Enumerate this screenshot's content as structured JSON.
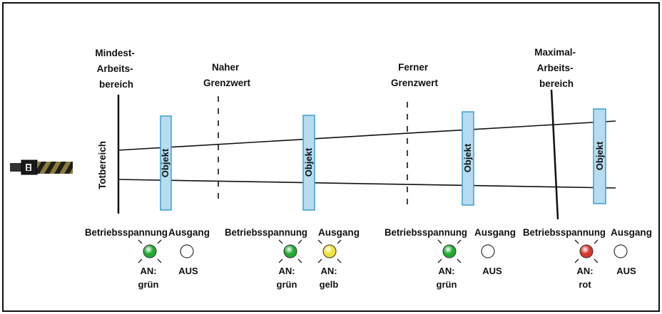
{
  "diagram": {
    "dead_zone_label": "Totbereich",
    "zones": {
      "min": [
        "Mindest-",
        "Arbeits-",
        "bereich"
      ],
      "near": [
        "Naher",
        "Grenzwert"
      ],
      "far": [
        "Ferner",
        "Grenzwert"
      ],
      "max": [
        "Maximal-",
        "Arbeits-",
        "bereich"
      ]
    },
    "object_label": "Objekt",
    "indicator_groups": [
      {
        "power": {
          "label": "Betriebsspannung",
          "state": [
            "AN:",
            "grün"
          ],
          "color": "#22aa33"
        },
        "output": {
          "label": "Ausgang",
          "state": [
            "AUS"
          ],
          "color": "#ffffff"
        }
      },
      {
        "power": {
          "label": "Betriebsspannung",
          "state": [
            "AN:",
            "grün"
          ],
          "color": "#22aa33"
        },
        "output": {
          "label": "Ausgang",
          "state": [
            "AN:",
            "gelb"
          ],
          "color": "#f2e23a"
        }
      },
      {
        "power": {
          "label": "Betriebsspannung",
          "state": [
            "AN:",
            "grün"
          ],
          "color": "#22aa33"
        },
        "output": {
          "label": "Ausgang",
          "state": [
            "AUS"
          ],
          "color": "#ffffff"
        }
      },
      {
        "power": {
          "label": "Betriebsspannung",
          "state": [
            "AN:",
            "rot"
          ],
          "color": "#d9342a"
        },
        "output": {
          "label": "Ausgang",
          "state": [
            "AUS"
          ],
          "color": "#ffffff"
        }
      }
    ],
    "colors": {
      "object_fill": "#b7dcef",
      "object_stroke": "#3b9fd0",
      "frame": "#111111"
    }
  }
}
